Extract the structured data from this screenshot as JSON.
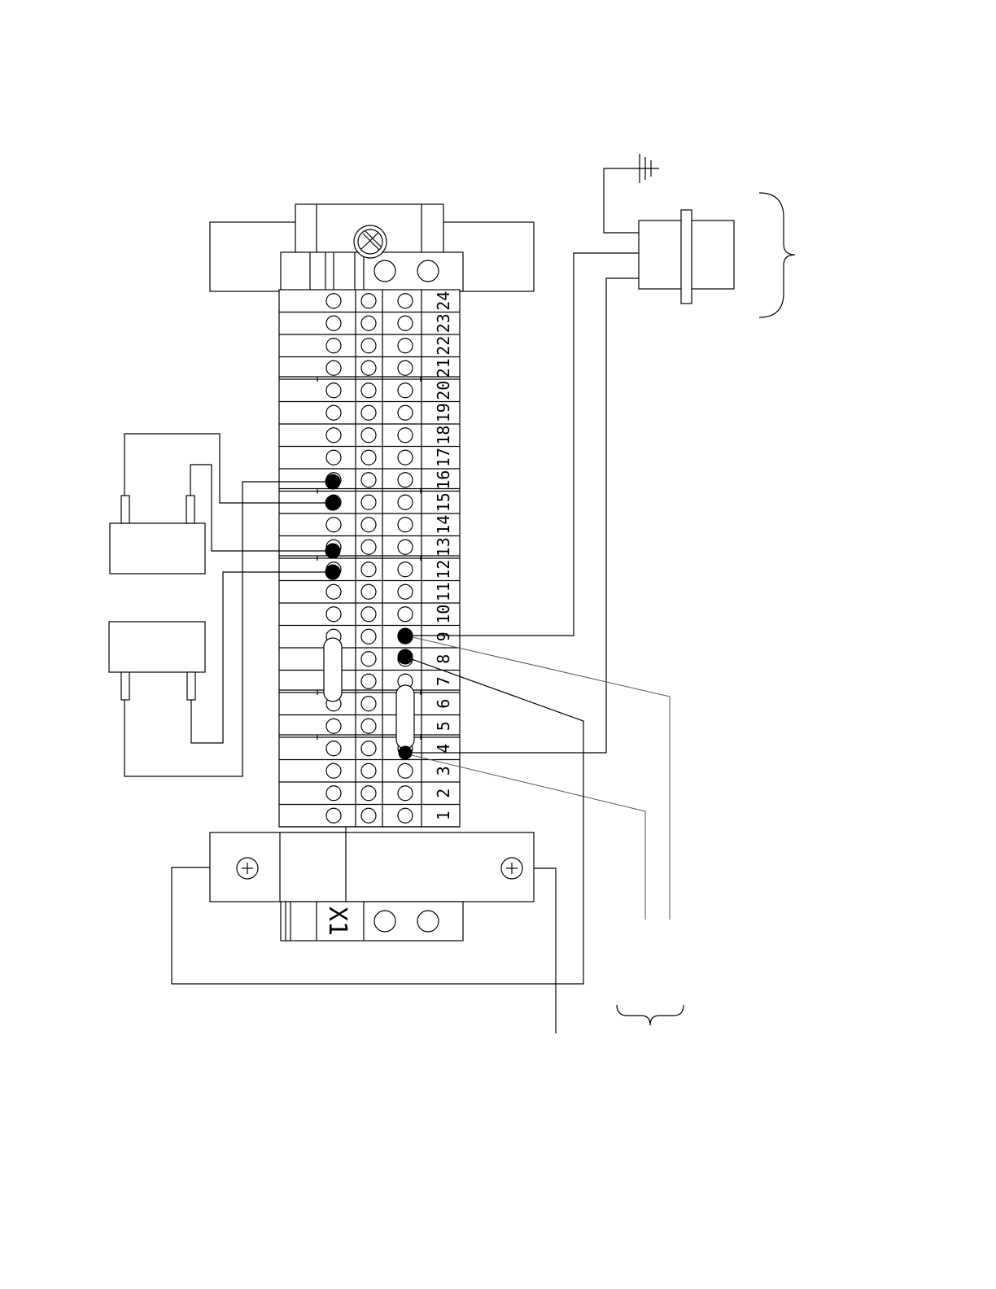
{
  "diagram": {
    "strip_label": "X1",
    "terminals": [
      "1",
      "2",
      "3",
      "4",
      "5",
      "6",
      "7",
      "8",
      "9",
      "10",
      "11",
      "12",
      "13",
      "14",
      "15",
      "16",
      "17",
      "18",
      "19",
      "20",
      "21",
      "22",
      "23",
      "24"
    ],
    "filled_left_terminals": [
      "12",
      "13",
      "15",
      "16"
    ],
    "filled_right_terminals": [
      "4",
      "8",
      "9"
    ],
    "jumpers": [
      [
        "6",
        "8"
      ],
      [
        "4",
        "6"
      ]
    ]
  }
}
